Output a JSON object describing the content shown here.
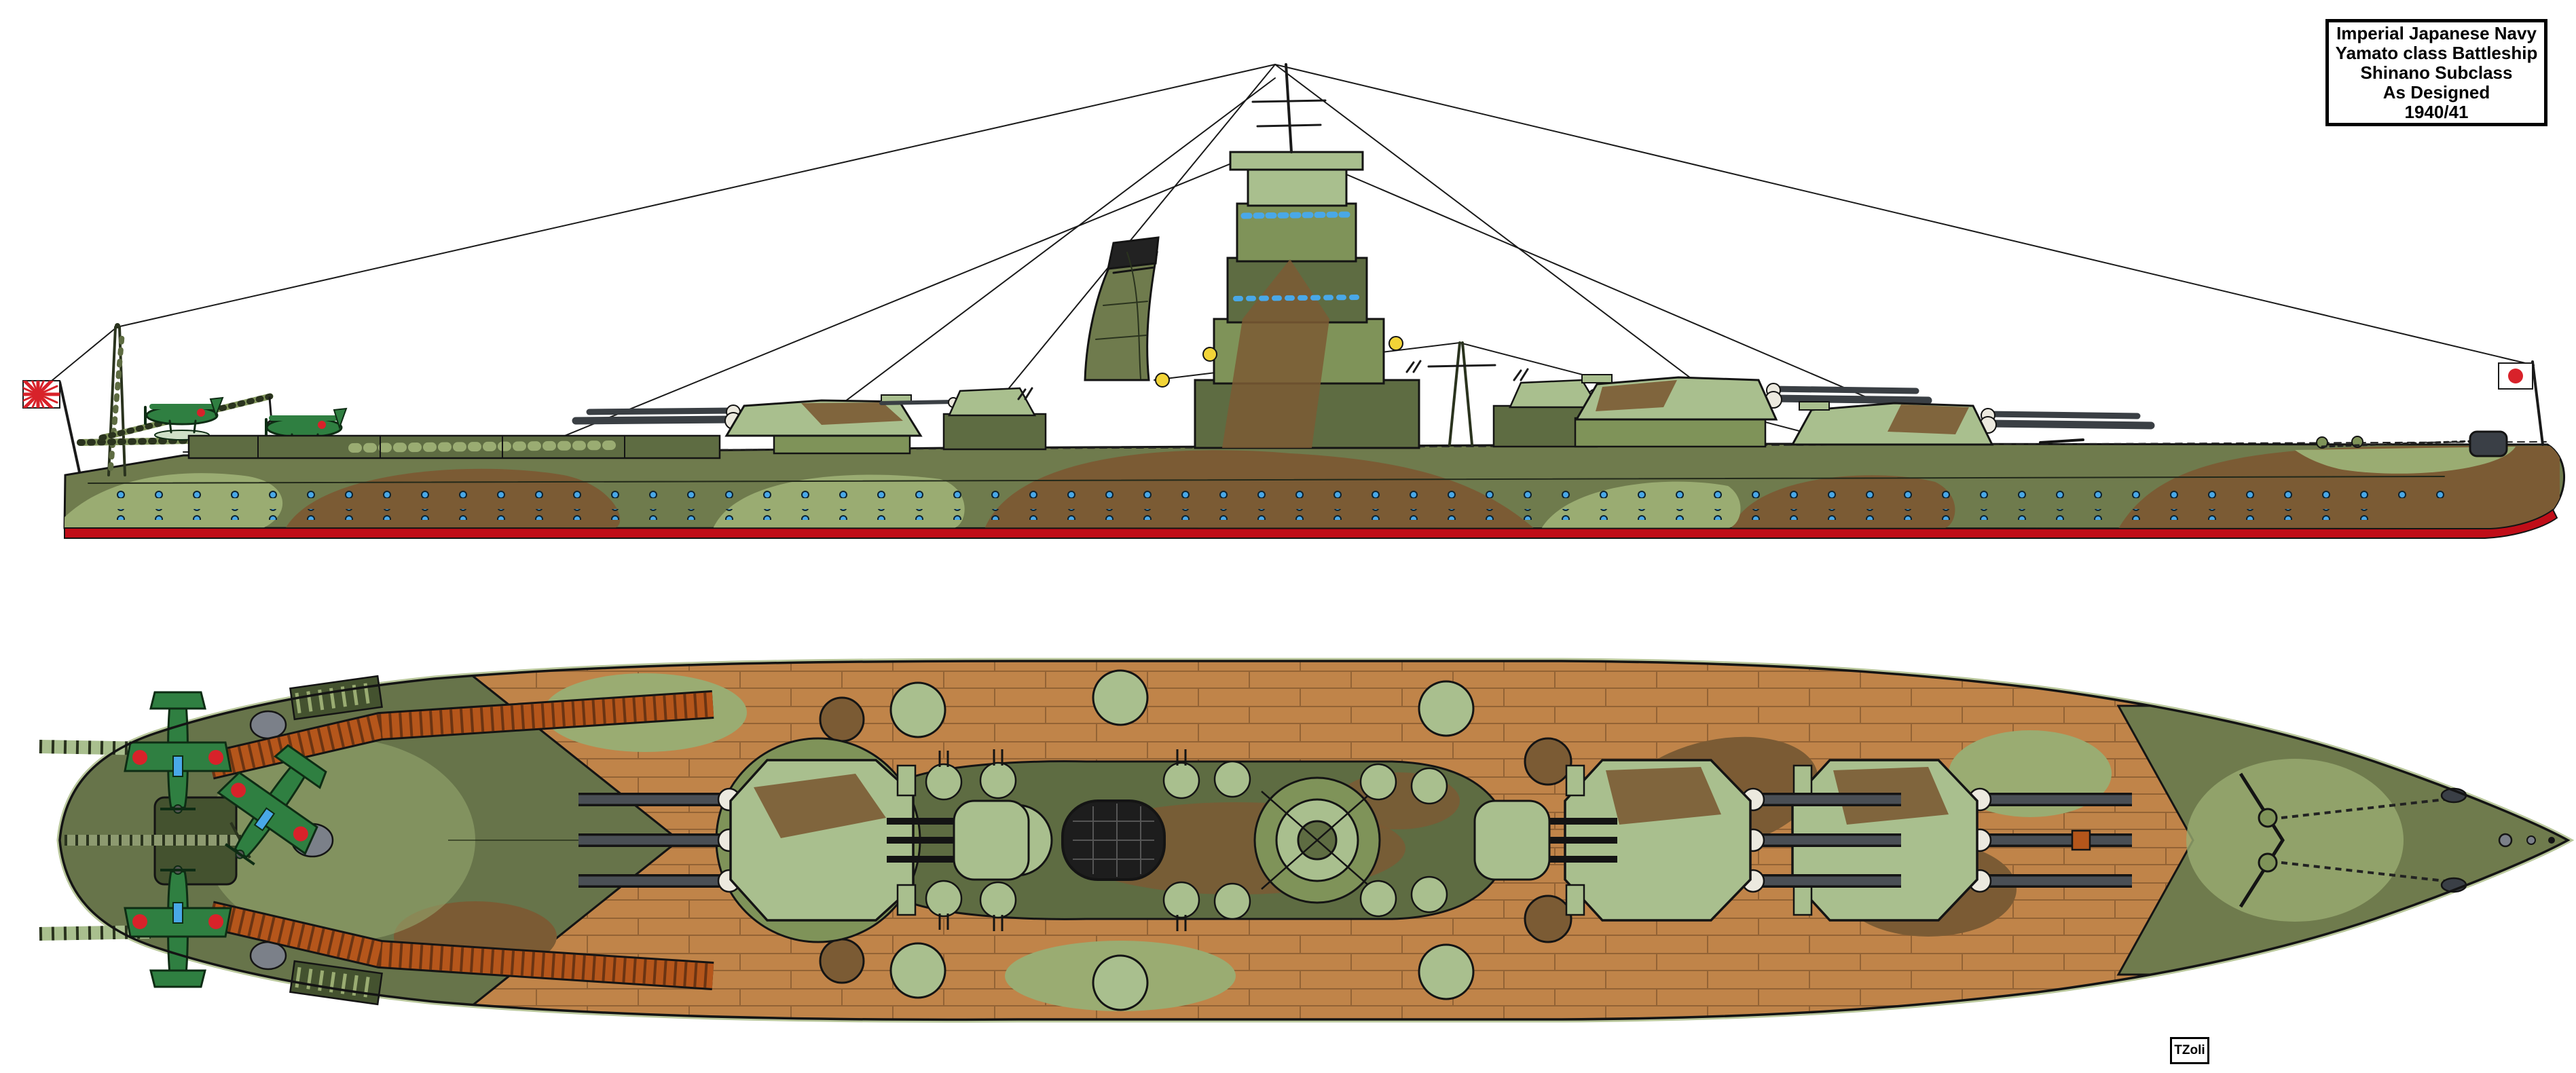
{
  "title_box": {
    "lines": [
      "Imperial Japanese Navy",
      "Yamato class Battleship",
      "Shinano Subclass",
      "As Designed",
      "1940/41"
    ]
  },
  "signature": {
    "text": "TZoli"
  },
  "flags": {
    "stern_flag": "rising-sun-naval-ensign",
    "bow_flag": "hinomaru-jack"
  },
  "palette": {
    "hull_olive": "#6F7B4D",
    "camo_light_green": "#9AAC72",
    "camo_brown": "#7B5B34",
    "superstructure_light": "#A9BF8E",
    "superstructure_mid": "#7F9359",
    "deck_dark_olive": "#5E6C42",
    "flight_deck_dark": "#44522F",
    "wood_deck_tan": "#C08449",
    "wood_seam": "#936335",
    "catapult_orange": "#B5561B",
    "boot_stripe_red": "#C00D18",
    "funnel_black": "#1D1D1D",
    "porthole_blue": "#49A8E8",
    "searchlight_yellow": "#F2D437",
    "flag_red": "#D8222A",
    "aircraft_green": "#2F7F41",
    "background": "#FFFFFF",
    "outline": "#141414"
  }
}
